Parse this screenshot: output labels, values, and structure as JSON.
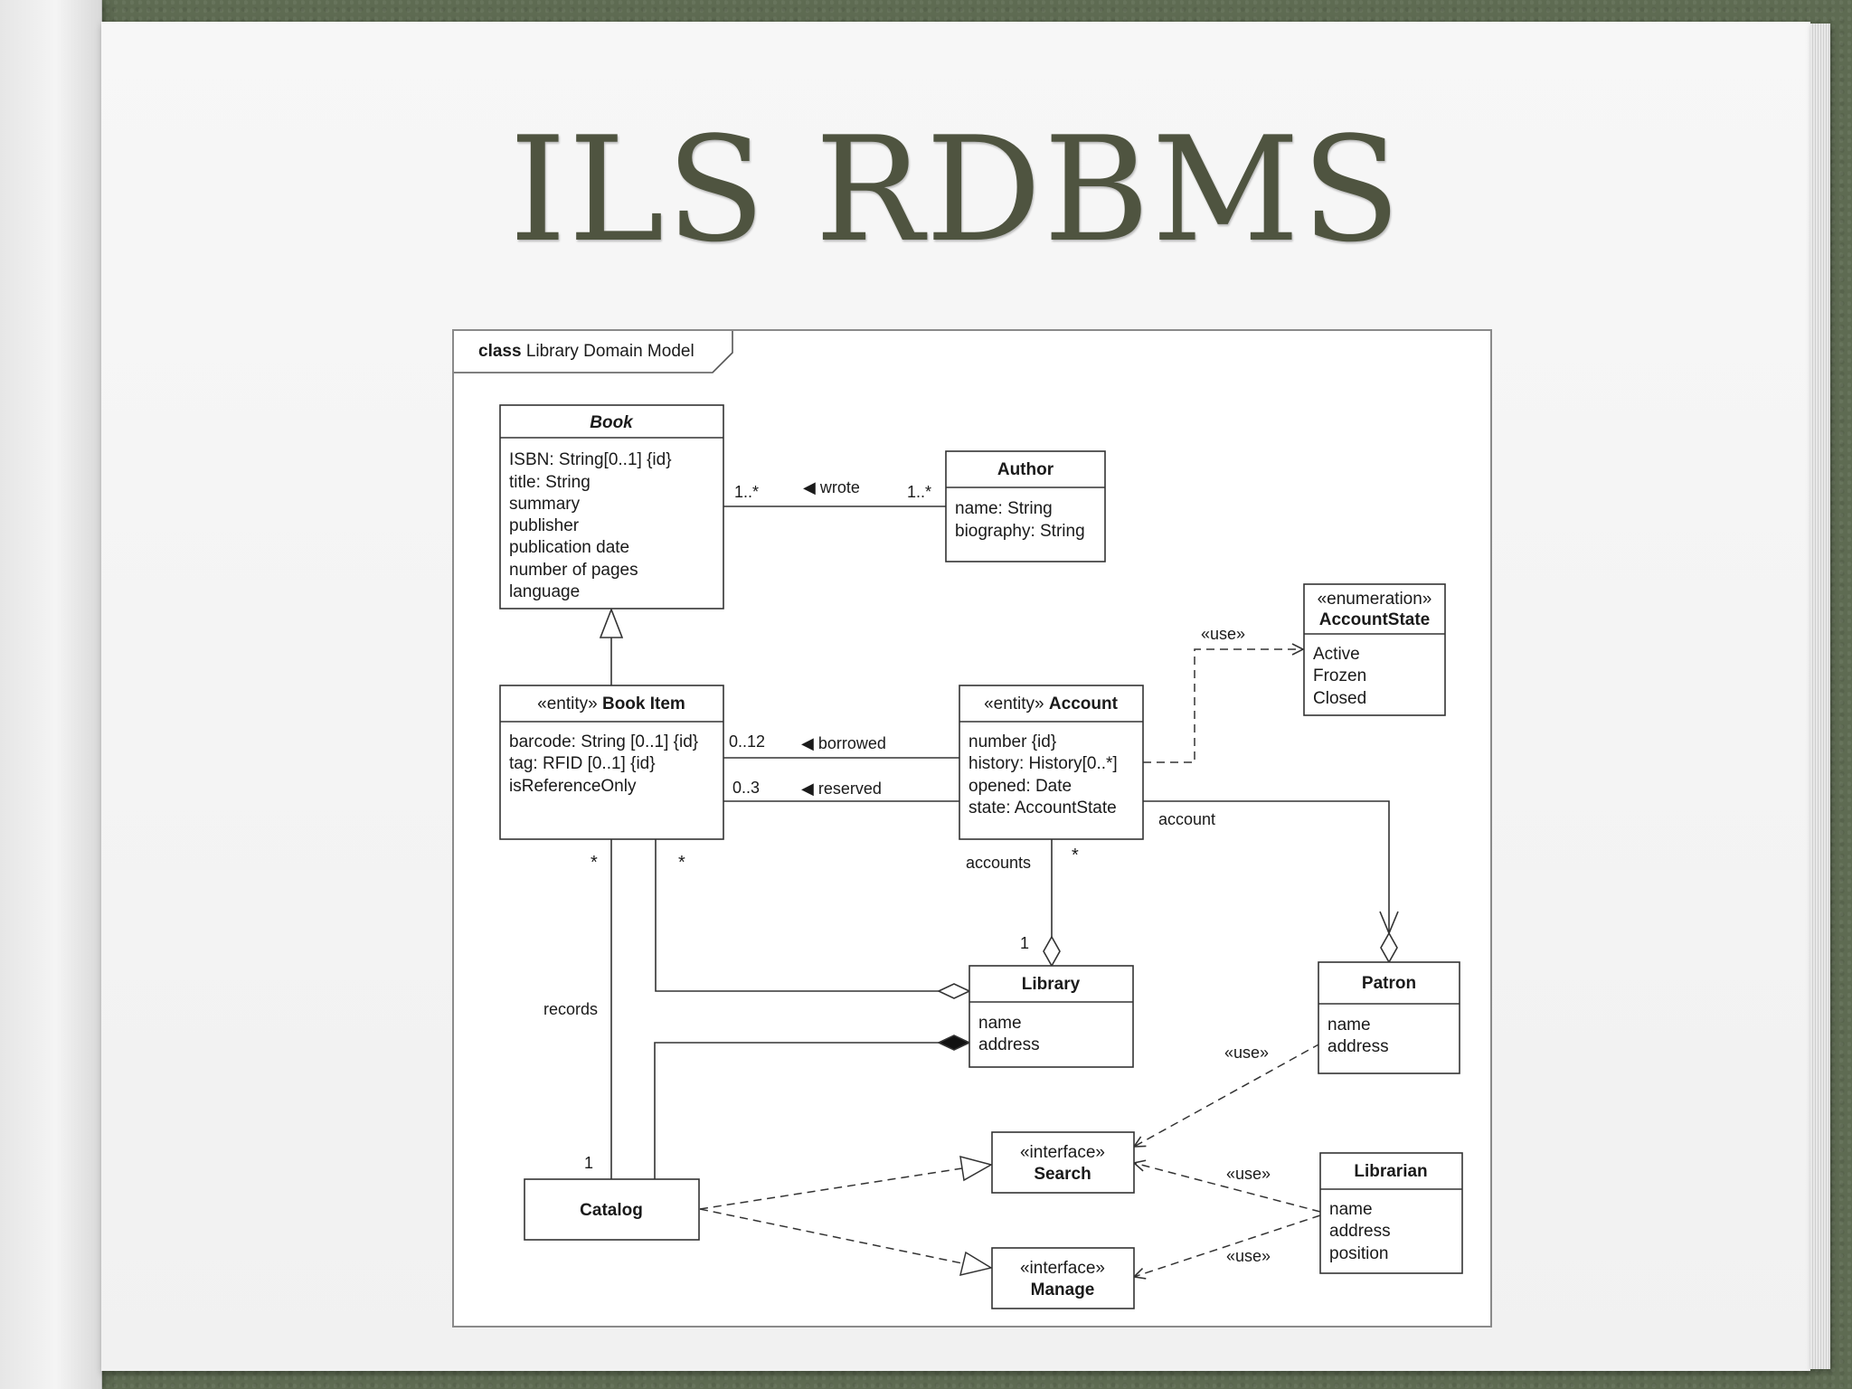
{
  "slide": {
    "title": "ILS RDBMS"
  },
  "frame": {
    "keyword": "class",
    "name": "Library Domain Model"
  },
  "classes": {
    "book": {
      "name": "Book",
      "attrs": [
        "ISBN: String[0..1] {id}",
        "title: String",
        "summary",
        "publisher",
        "publication date",
        "number of pages",
        "language"
      ]
    },
    "author": {
      "name": "Author",
      "attrs": [
        "name: String",
        "biography: String"
      ]
    },
    "account_state": {
      "stereotype": "«enumeration»",
      "name": "AccountState",
      "attrs": [
        "Active",
        "Frozen",
        "Closed"
      ]
    },
    "book_item": {
      "stereotype": "«entity»",
      "name": "Book Item",
      "attrs": [
        "barcode: String [0..1] {id}",
        "tag: RFID [0..1] {id}",
        "isReferenceOnly"
      ]
    },
    "account": {
      "stereotype": "«entity»",
      "name": "Account",
      "attrs": [
        "number {id}",
        "history: History[0..*]",
        "opened: Date",
        "state: AccountState"
      ]
    },
    "library": {
      "name": "Library",
      "attrs": [
        "name",
        "address"
      ]
    },
    "patron": {
      "name": "Patron",
      "attrs": [
        "name",
        "address"
      ]
    },
    "catalog": {
      "name": "Catalog"
    },
    "search": {
      "stereotype": "«interface»",
      "name": "Search"
    },
    "manage": {
      "stereotype": "«interface»",
      "name": "Manage"
    },
    "librarian": {
      "name": "Librarian",
      "attrs": [
        "name",
        "address",
        "position"
      ]
    }
  },
  "labels": {
    "wrote": "◀ wrote",
    "wrote_mult_book": "1..*",
    "wrote_mult_author": "1..*",
    "use": "«use»",
    "borrowed": "◀ borrowed",
    "borrowed_mult": "0..12",
    "reserved": "◀ reserved",
    "reserved_mult": "0..3",
    "account": "account",
    "accounts": "accounts",
    "star": "*",
    "one": "1",
    "records": "records"
  }
}
